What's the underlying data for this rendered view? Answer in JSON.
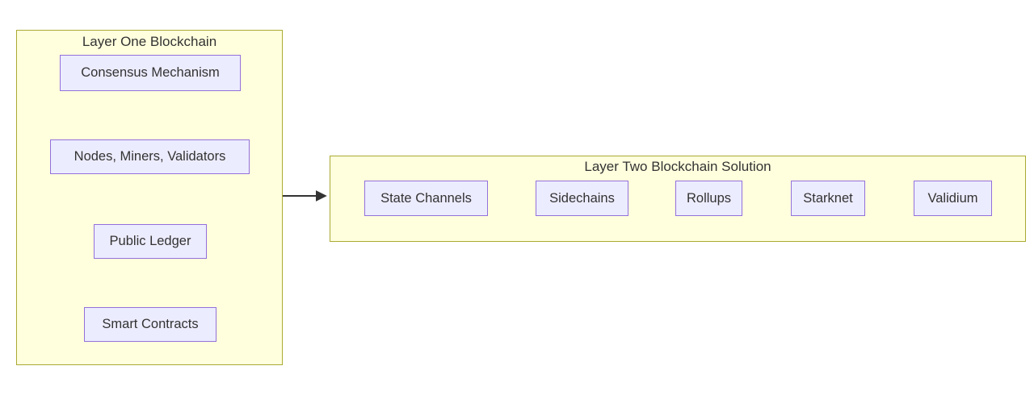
{
  "diagram": {
    "type": "flowchart",
    "clusters": [
      {
        "title": "Layer One Blockchain",
        "nodes": [
          {
            "label": "Consensus Mechanism"
          },
          {
            "label": "Nodes, Miners, Validators"
          },
          {
            "label": "Public Ledger"
          },
          {
            "label": "Smart Contracts"
          }
        ]
      },
      {
        "title": "Layer Two Blockchain Solution",
        "nodes": [
          {
            "label": "State Channels"
          },
          {
            "label": "Sidechains"
          },
          {
            "label": "Rollups"
          },
          {
            "label": "Starknet"
          },
          {
            "label": "Validium"
          }
        ]
      }
    ],
    "edges": [
      {
        "from": "Consensus Mechanism",
        "to": "Nodes, Miners, Validators",
        "style": "arrow"
      },
      {
        "from": "Nodes, Miners, Validators",
        "to": "Public Ledger",
        "style": "arrow"
      },
      {
        "from": "Public Ledger",
        "to": "Smart Contracts",
        "style": "arrow"
      },
      {
        "from": "Layer One Blockchain",
        "to": "Layer Two Blockchain Solution",
        "style": "arrow"
      }
    ]
  },
  "colors": {
    "background": "#ffffff",
    "cluster_fill": "#ffffde",
    "cluster_border": "#aaaa33",
    "node_fill": "#ececff",
    "node_border": "#9370db",
    "text": "#333333",
    "edge": "#333333"
  }
}
